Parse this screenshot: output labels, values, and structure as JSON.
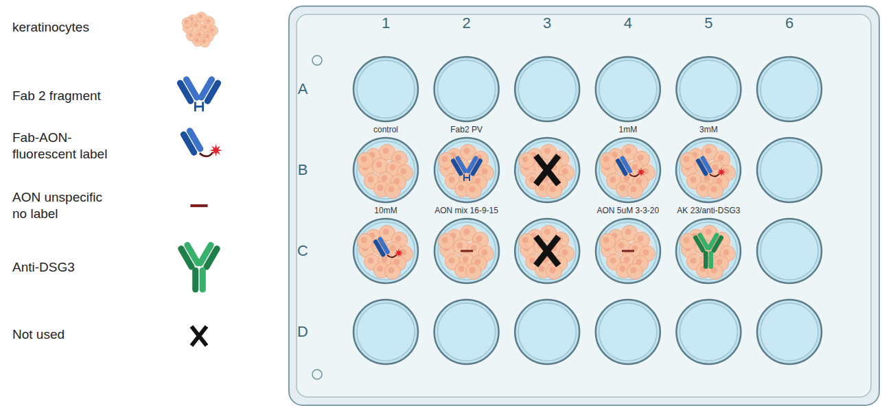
{
  "diagram": {
    "nodes": [
      {
        "text": [
          "control"
        ]
      },
      {
        "text": [
          "Fab2 PV"
        ]
      },
      {
        "text": [
          "1mM"
        ]
      },
      {
        "text": [
          "3mM"
        ]
      },
      {
        "text": [
          "10mM"
        ]
      },
      {
        "text": [
          "AON mix 16-9-15"
        ]
      },
      {
        "text": [
          "AON 5uM 3-3-20"
        ]
      },
      {
        "text": [
          "AK 23/anti-DSG3"
        ]
      }
    ],
    "labels": [
      "1",
      "2",
      "3",
      "4",
      "5",
      "6",
      "A",
      "B",
      "C",
      "D"
    ],
    "legend": [
      {
        "text": "keratinocytes"
      },
      {
        "text": "Fab 2 fragment"
      },
      {
        "text": "Fab-AON- fluorescent label"
      },
      {
        "text": "AON unspecific no label"
      },
      {
        "text": "Anti-DSG3"
      },
      {
        "text": "Not used"
      }
    ]
  }
}
